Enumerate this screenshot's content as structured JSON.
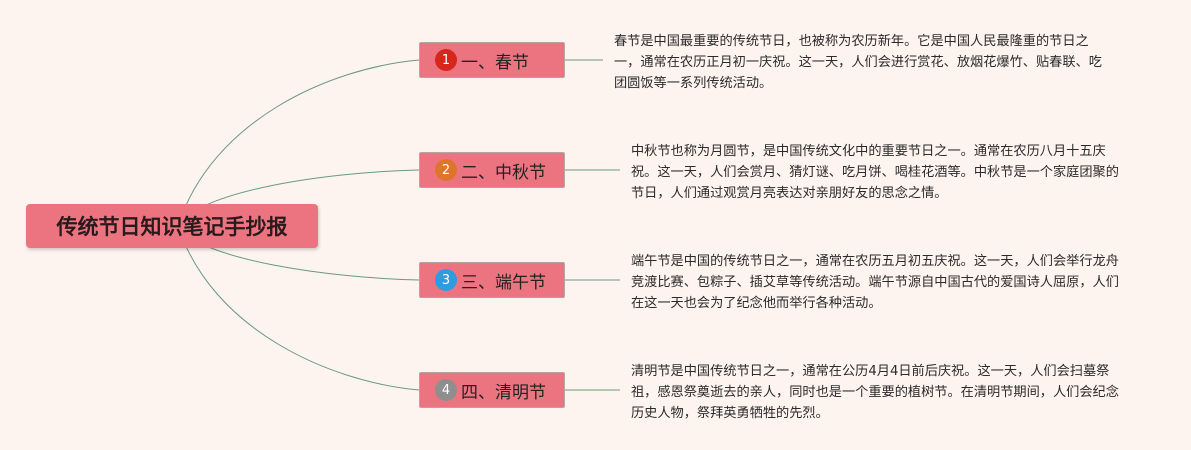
{
  "root": {
    "label": "传统节日知识笔记手抄报"
  },
  "colors": {
    "background": "#fdf3ef",
    "node_fill": "#ec7480",
    "connector": "#6a9a7a"
  },
  "topics": [
    {
      "number": "1",
      "label": "一、春节",
      "badge_color": "#d7261b",
      "badge_icon": "number-1-icon",
      "description": "春节是中国最重要的传统节日，也被称为农历新年。它是中国人民最隆重的节日之一，通常在农历正月初一庆祝。这一天，人们会进行赏花、放烟花爆竹、贴春联、吃团圆饭等一系列传统活动。"
    },
    {
      "number": "2",
      "label": "二、中秋节",
      "badge_color": "#e0742b",
      "badge_icon": "number-2-icon",
      "description": "中秋节也称为月圆节，是中国传统文化中的重要节日之一。通常在农历八月十五庆祝。这一天，人们会赏月、猜灯谜、吃月饼、喝桂花酒等。中秋节是一个家庭团聚的节日，人们通过观赏月亮表达对亲朋好友的思念之情。"
    },
    {
      "number": "3",
      "label": "三、端午节",
      "badge_color": "#2f9be0",
      "badge_icon": "number-3-icon",
      "description": "端午节是中国的传统节日之一，通常在农历五月初五庆祝。这一天，人们会举行龙舟竞渡比赛、包粽子、插艾草等传统活动。端午节源自中国古代的爱国诗人屈原，人们在这一天也会为了纪念他而举行各种活动。"
    },
    {
      "number": "4",
      "label": "四、清明节",
      "badge_color": "#8e8e8e",
      "badge_icon": "number-4-icon",
      "description": "清明节是中国传统节日之一，通常在公历4月4日前后庆祝。这一天，人们会扫墓祭祖，感恩祭奠逝去的亲人，同时也是一个重要的植树节。在清明节期间，人们会纪念历史人物，祭拜英勇牺牲的先烈。"
    }
  ]
}
